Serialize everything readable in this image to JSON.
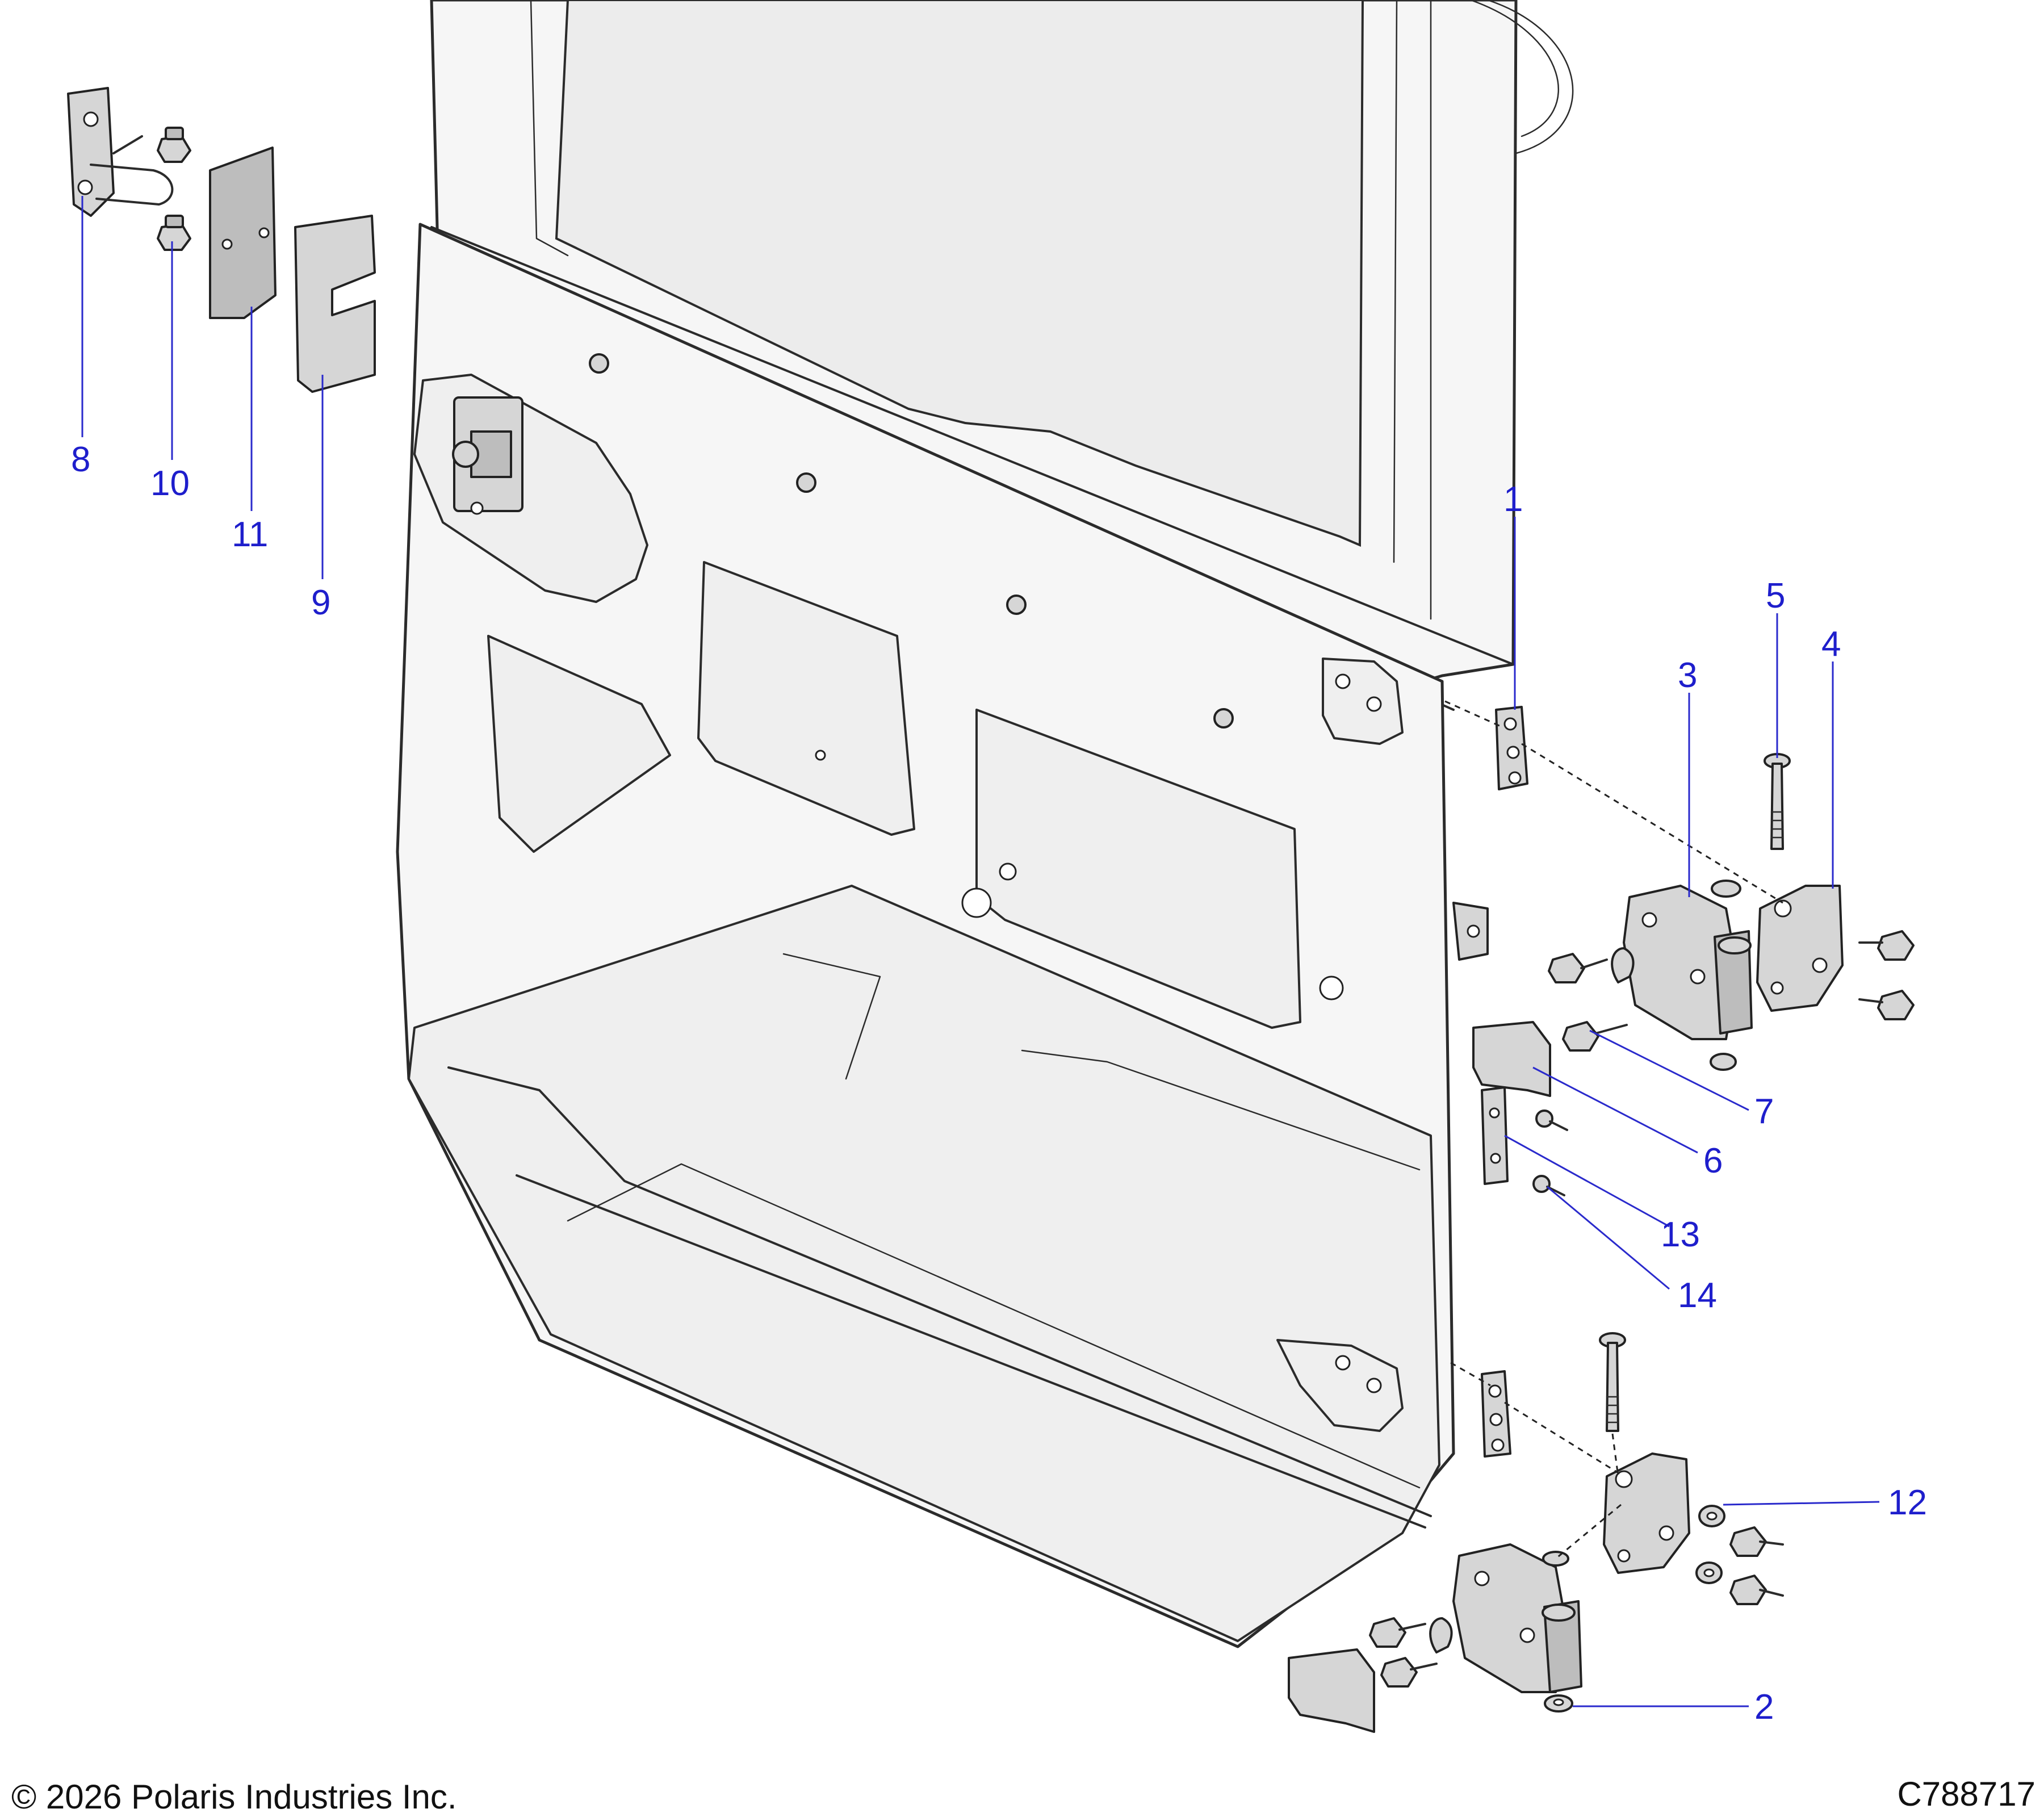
{
  "callouts": [
    {
      "id": "1",
      "label": "1"
    },
    {
      "id": "2",
      "label": "2"
    },
    {
      "id": "3",
      "label": "3"
    },
    {
      "id": "4",
      "label": "4"
    },
    {
      "id": "5",
      "label": "5"
    },
    {
      "id": "6",
      "label": "6"
    },
    {
      "id": "7",
      "label": "7"
    },
    {
      "id": "8",
      "label": "8"
    },
    {
      "id": "9",
      "label": "9"
    },
    {
      "id": "10",
      "label": "10"
    },
    {
      "id": "11",
      "label": "11"
    },
    {
      "id": "12",
      "label": "12"
    },
    {
      "id": "13",
      "label": "13"
    },
    {
      "id": "14",
      "label": "14"
    }
  ],
  "footer": {
    "copyright": "© 2026 Polaris Industries Inc.",
    "figure_code": "C788717"
  },
  "colors": {
    "callout": "#1e1ecc",
    "line": "#2b2b2b",
    "part_fill": "#d6d6d6"
  }
}
